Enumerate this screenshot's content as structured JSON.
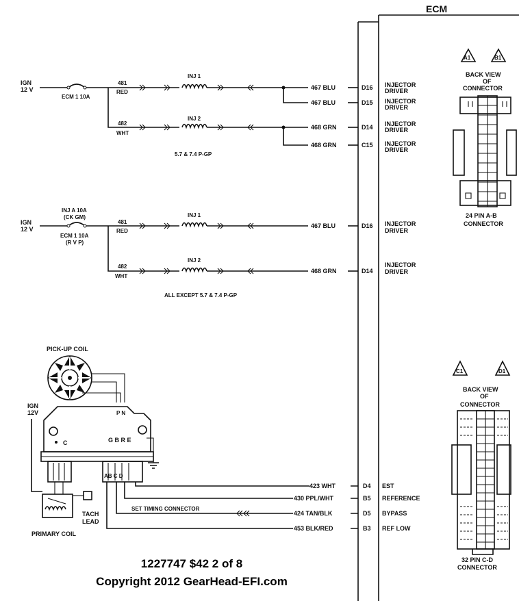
{
  "ecm": {
    "title": "ECM"
  },
  "circuit1": {
    "ign": "IGN",
    "volt": "12 V",
    "fuse": "ECM 1 10A",
    "wire_a": "481",
    "wire_a_color": "RED",
    "wire_b": "482",
    "wire_b_color": "WHT",
    "inj1": "INJ 1",
    "inj2": "INJ 2",
    "rows": [
      {
        "wire": "467 BLU",
        "pin": "D16",
        "label1": "INJECTOR",
        "label2": "DRIVER"
      },
      {
        "wire": "467 BLU",
        "pin": "D15",
        "label1": "INJECTOR",
        "label2": "DRIVER"
      },
      {
        "wire": "468 GRN",
        "pin": "D14",
        "label1": "INJECTOR",
        "label2": "DRIVER"
      },
      {
        "wire": "468 GRN",
        "pin": "C15",
        "label1": "INJECTOR",
        "label2": "DRIVER"
      }
    ],
    "caption": "5.7 & 7.4 P-GP"
  },
  "circuit2": {
    "ign": "IGN",
    "volt": "12 V",
    "fuse_top1": "INJ A 10A",
    "fuse_top2": "(CK GM)",
    "fuse_bot1": "ECM 1 10A",
    "fuse_bot2": "(R V P)",
    "wire_a": "481",
    "wire_a_color": "RED",
    "wire_b": "482",
    "wire_b_color": "WHT",
    "inj1": "INJ 1",
    "inj2": "INJ 2",
    "rows": [
      {
        "wire": "467 BLU",
        "pin": "D16",
        "label1": "INJECTOR",
        "label2": "DRIVER"
      },
      {
        "wire": "468 GRN",
        "pin": "D14",
        "label1": "INJECTOR",
        "label2": "DRIVER"
      }
    ],
    "caption": "ALL EXCEPT 5.7 & 7.4 P-GP"
  },
  "ignition": {
    "pickup": "PICK-UP COIL",
    "ign": "IGN",
    "volt": "12V",
    "pn": "P N",
    "c": "C",
    "gbre": "G B R E",
    "abcd": "AB C D",
    "tach1": "TACH",
    "tach2": "LEAD",
    "primary": "PRIMARY COIL",
    "set_timing": "SET TIMING CONNECTOR",
    "rows": [
      {
        "wire": "423 WHT",
        "pin": "D4",
        "label": "EST"
      },
      {
        "wire": "430 PPL/WHT",
        "pin": "B5",
        "label": "REFERENCE"
      },
      {
        "wire": "424 TAN/BLK",
        "pin": "D5",
        "label": "BYPASS"
      },
      {
        "wire": "453 BLK/RED",
        "pin": "B3",
        "label": "REF LOW"
      }
    ]
  },
  "connector_ab": {
    "tri_a": "A1",
    "tri_b": "B1",
    "back1": "BACK VIEW",
    "back2": "OF",
    "back3": "CONNECTOR",
    "name1": "24 PIN A-B",
    "name2": "CONNECTOR"
  },
  "connector_cd": {
    "tri_a": "C1",
    "tri_b": "D1",
    "back1": "BACK VIEW",
    "back2": "OF",
    "back3": "CONNECTOR",
    "name1": "32 PIN C-D",
    "name2": "CONNECTOR"
  },
  "footer": {
    "line1": "1227747 $42 2 of 8",
    "line2": "Copyright 2012 GearHead-EFI.com"
  }
}
